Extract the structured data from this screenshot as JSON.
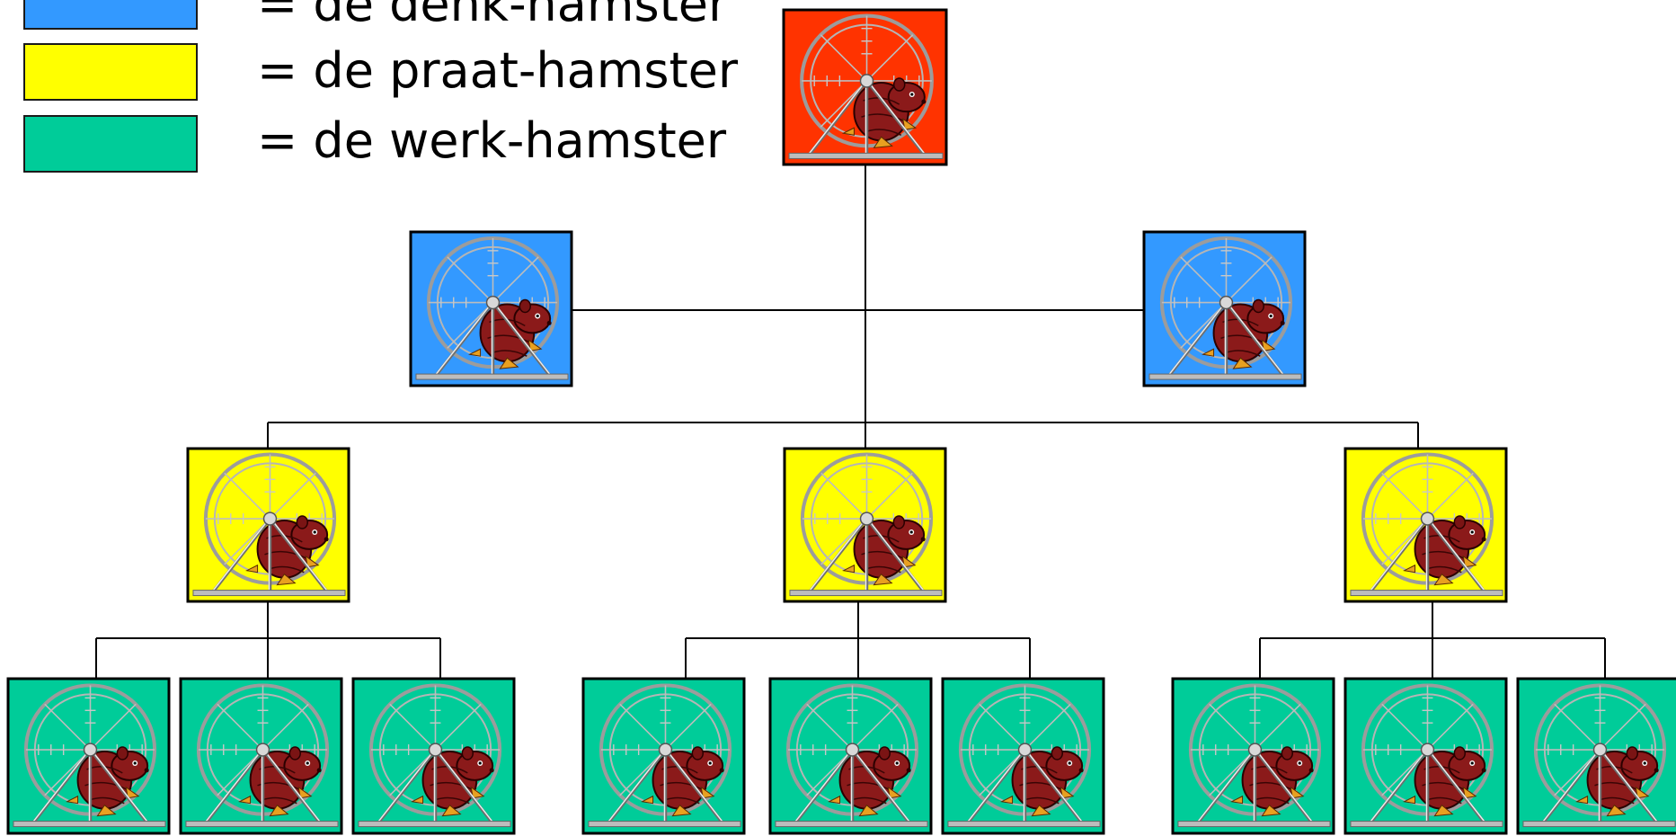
{
  "legend": [
    {
      "label": "= de denk-hamster",
      "color": "#3399ff"
    },
    {
      "label": "= de praat-hamster",
      "color": "#ffff00"
    },
    {
      "label": "= de werk-hamster",
      "color": "#00cc99"
    }
  ],
  "tiers": {
    "top": "#ff3300",
    "denk": "#3399ff",
    "praat": "#ffff00",
    "werk": "#00cc99"
  },
  "hamster_icon": "hamster-wheel-icon"
}
